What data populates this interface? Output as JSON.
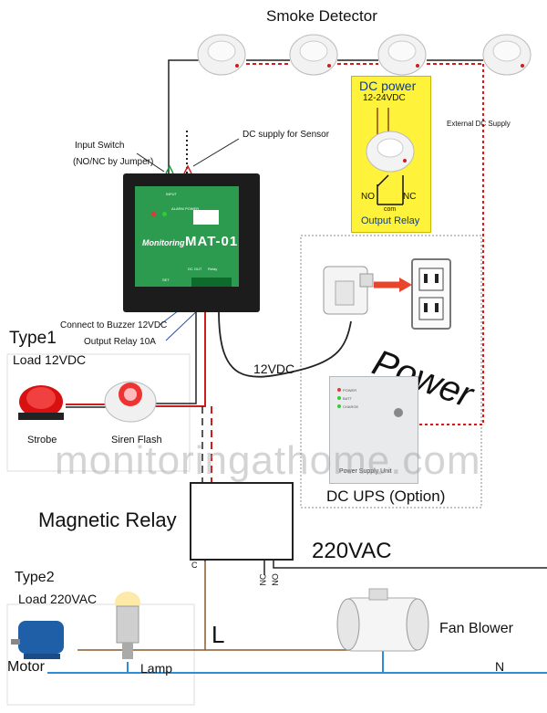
{
  "diagram": {
    "smoke_detector_label": "Smoke Detector",
    "input_switch_label": "Input Switch",
    "input_switch_sub": "(NO/NC by Jumper)",
    "dc_supply_sensor": "DC supply for Sensor",
    "external_dc_supply": "External DC Supply",
    "dc_power_title": "DC power",
    "dc_power_range": "12-24VDC",
    "no_label": "NO",
    "nc_label": "NC",
    "com_label": "com",
    "output_relay_label": "Output Relay",
    "module_brand": "Monitoring",
    "module_model": "MAT-01",
    "module_input": "INPUT",
    "module_alarm": "ALARM",
    "module_power": "POWER",
    "module_dc_out": "DC OUT",
    "module_relay": "Relay",
    "module_set": "SET",
    "connect_buzzer": "Connect to Buzzer 12VDC",
    "output_relay_10a": "Output Relay 10A",
    "type1": "Type1",
    "load_12vdc": "Load 12VDC",
    "strobe": "Strobe",
    "siren_flash": "Siren Flash",
    "wire_12vdc": "12VDC",
    "power_word": "Power",
    "psu_label": "Power Supply Unit",
    "psu_led1": "POWER",
    "psu_led2": "BATT",
    "psu_led3": "CHARGE",
    "dc_ups": "DC UPS (Option)",
    "watermark": "monitoringathome.com",
    "magnetic_relay": "Magnetic Relay",
    "vac220": "220VAC",
    "relay_c": "C",
    "relay_nc": "NC",
    "relay_no": "NO",
    "type2": "Type2",
    "load_220vac": "Load 220VAC",
    "line_l": "L",
    "fan_blower": "Fan Blower",
    "motor": "Motor",
    "lamp": "Lamp",
    "neutral_n": "N"
  }
}
